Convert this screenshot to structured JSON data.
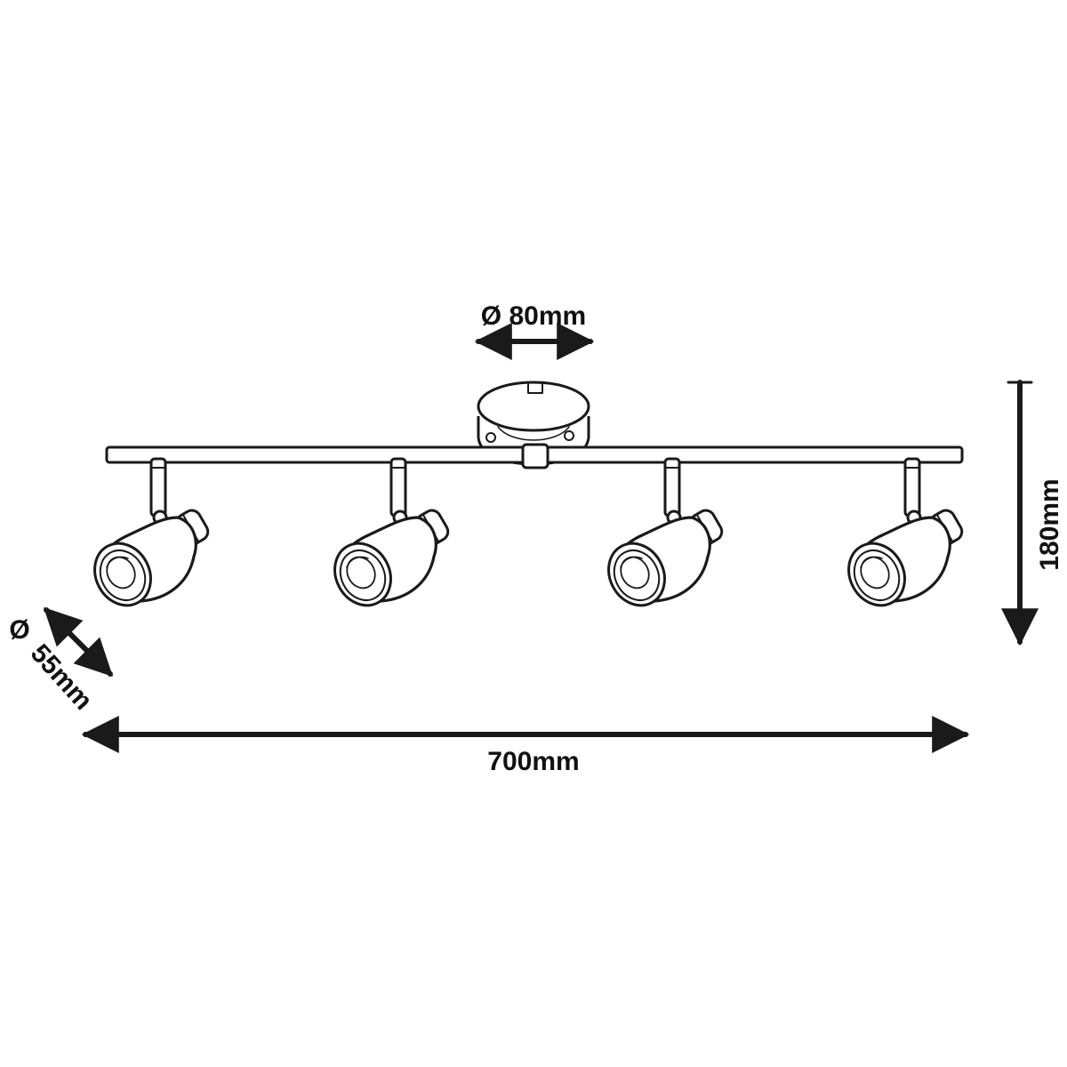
{
  "dimensions": {
    "canopy_diameter": "Ø 80mm",
    "spot_diameter_symbol": "Ø",
    "spot_diameter_value": "55mm",
    "height": "180mm",
    "length": "700mm"
  },
  "colors": {
    "ink": "#1a1a1a",
    "background": "#ffffff"
  },
  "spotlight_count": 4
}
